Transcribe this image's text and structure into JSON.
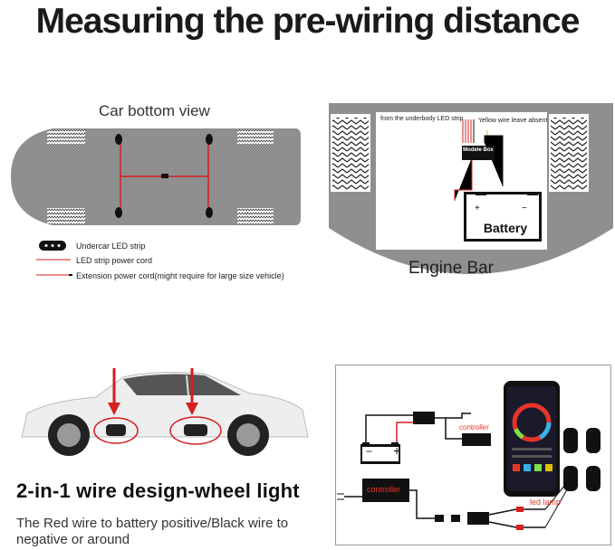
{
  "title": "Measuring the pre-wiring distance",
  "car_bottom": {
    "label": "Car bottom view"
  },
  "legend": {
    "items": [
      {
        "label": "Undercar LED strip"
      },
      {
        "label": "LED strip power cord"
      },
      {
        "label": "Extension power cord(might require for large size vehicle)"
      }
    ]
  },
  "engine": {
    "underbody_note": "from the underbody LED strip",
    "yellow_note": "Yellow wire leave absent",
    "module_label": "Modele Box",
    "battery_label": "Battery",
    "plus": "+",
    "minus": "−",
    "bar_label": "Engine Bar"
  },
  "wiring": {
    "controller_top": "controller",
    "controller_bottom": "controller",
    "led_lamp": "led lamp",
    "plus": "+",
    "minus": "−"
  },
  "design": {
    "title": "2-in-1 wire design-wheel light",
    "description": "The Red wire to battery positive/Black wire to negative or around"
  },
  "colors": {
    "wire_red": "#d42020",
    "body_gray": "#8f8f8f",
    "controller_red": "#e5352a"
  }
}
